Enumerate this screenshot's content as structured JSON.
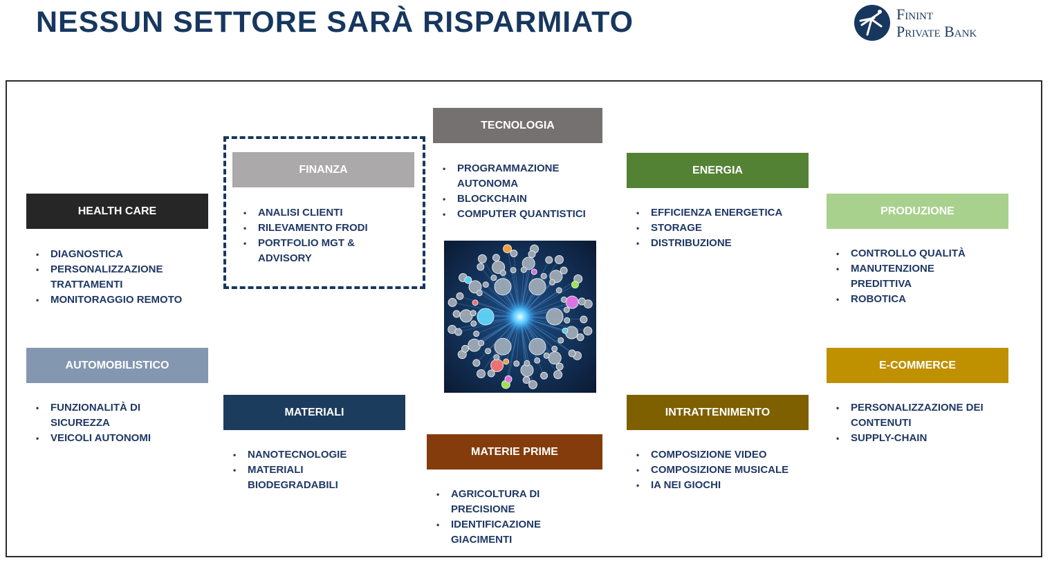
{
  "title": "NESSUN SETTORE SARÀ RISPARMIATO",
  "logo": {
    "line1": "Finint",
    "line2": "Private Bank"
  },
  "sectors": [
    {
      "id": "health-care",
      "label": "HEALTH CARE",
      "color": "#262626",
      "items": [
        "DIAGNOSTICA",
        "PERSONALIZZAZIONE TRATTAMENTI",
        "MONITORAGGIO REMOTO"
      ]
    },
    {
      "id": "finanza",
      "label": "FINANZA",
      "color": "#aba9a9",
      "highlighted": true,
      "items": [
        "ANALISI CLIENTI",
        "RILEVAMENTO FRODI",
        "PORTFOLIO MGT & ADVISORY"
      ]
    },
    {
      "id": "tecnologia",
      "label": "TECNOLOGIA",
      "color": "#767171",
      "items": [
        "PROGRAMMAZIONE AUTONOMA",
        "BLOCKCHAIN",
        "COMPUTER QUANTISTICI"
      ]
    },
    {
      "id": "energia",
      "label": "ENERGIA",
      "color": "#548235",
      "items": [
        "EFFICIENZA ENERGETICA",
        "STORAGE",
        "DISTRIBUZIONE"
      ]
    },
    {
      "id": "produzione",
      "label": "PRODUZIONE",
      "color": "#a9d18e",
      "items": [
        "CONTROLLO QUALITÀ",
        "MANUTENZIONE PREDITTIVA",
        "ROBOTICA"
      ]
    },
    {
      "id": "automobilistico",
      "label": "AUTOMOBILISTICO",
      "color": "#8497b0",
      "items": [
        "FUNZIONALITÀ DI SICUREZZA",
        "VEICOLI AUTONOMI"
      ]
    },
    {
      "id": "materiali",
      "label": "MATERIALI",
      "color": "#1c3c5e",
      "items": [
        "NANOTECNOLOGIE",
        "MATERIALI BIODEGRADABILI"
      ]
    },
    {
      "id": "materie-prime",
      "label": "MATERIE PRIME",
      "color": "#843c0c",
      "items": [
        "AGRICOLTURA DI PRECISIONE",
        "IDENTIFICAZIONE GIACIMENTI"
      ]
    },
    {
      "id": "intrattenimento",
      "label": "INTRATTENIMENTO",
      "color": "#7f6000",
      "items": [
        "COMPOSIZIONE VIDEO",
        "COMPOSIZIONE MUSICALE",
        "IA NEI GIOCHI"
      ]
    },
    {
      "id": "e-commerce",
      "label": "E-COMMERCE",
      "color": "#bf9000",
      "items": [
        "PERSONALIZZAZIONE DEI CONTENUTI",
        "SUPPLY-CHAIN"
      ]
    }
  ]
}
